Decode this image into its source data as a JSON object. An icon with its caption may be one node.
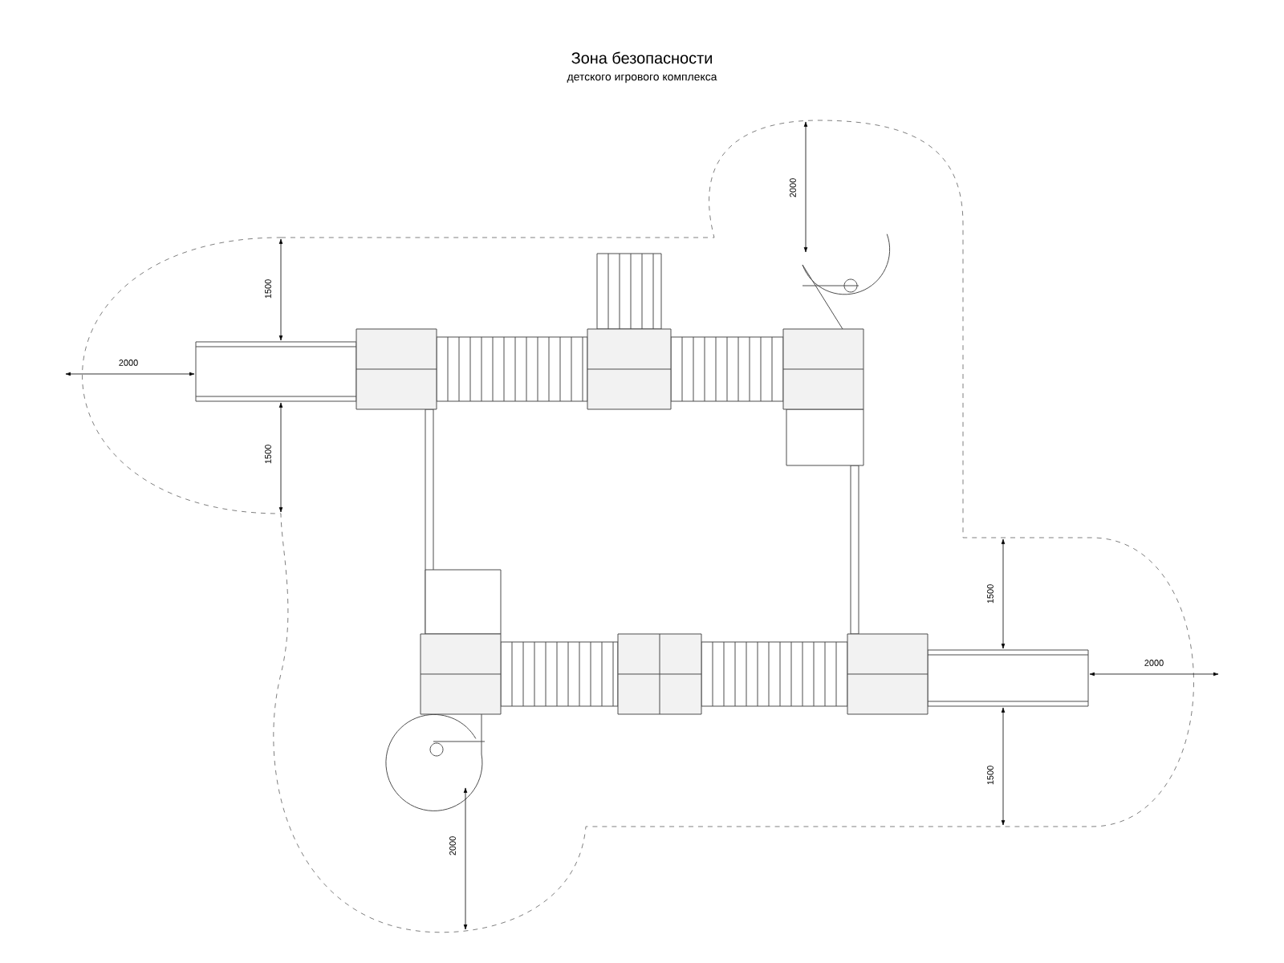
{
  "diagram": {
    "title": "Зона безопасности",
    "labels": [
      "детского игрового комплекса",
      "2000",
      "1500",
      "2000",
      "1500",
      "1500",
      "2000",
      "1500",
      "2000"
    ]
  }
}
